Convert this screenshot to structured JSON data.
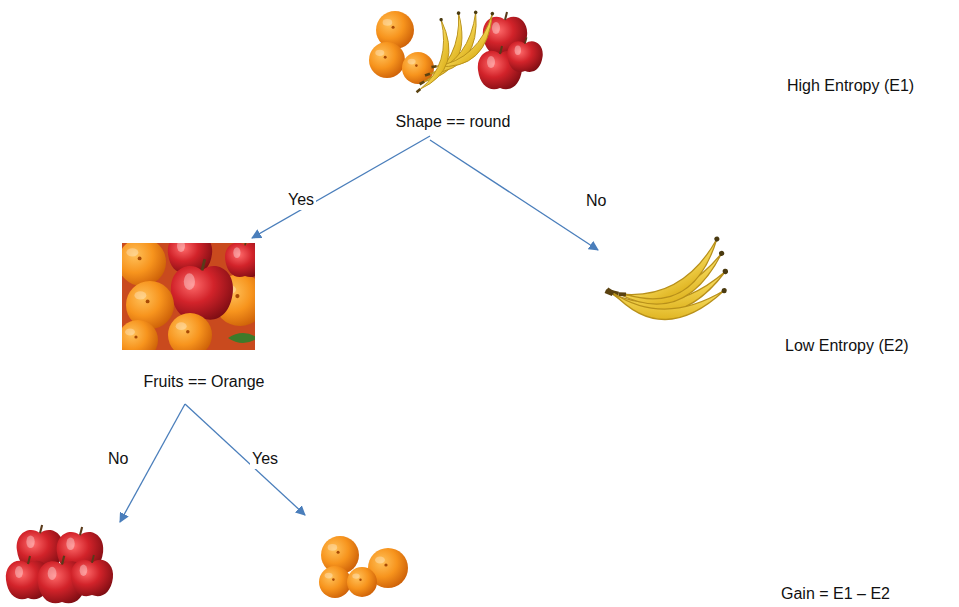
{
  "diagram": {
    "nodes": [
      {
        "text": [
          "Shape == round"
        ]
      },
      {
        "text": [
          "Fruits == Orange"
        ]
      }
    ],
    "edges": [
      {
        "from": 0,
        "to": 1,
        "arrow": "to",
        "label": "Yes"
      }
    ],
    "labels": [
      "High Entropy (E1)",
      "No",
      "Low Entropy (E2)",
      "No",
      "Yes",
      "Gain = E1 – E2"
    ]
  }
}
